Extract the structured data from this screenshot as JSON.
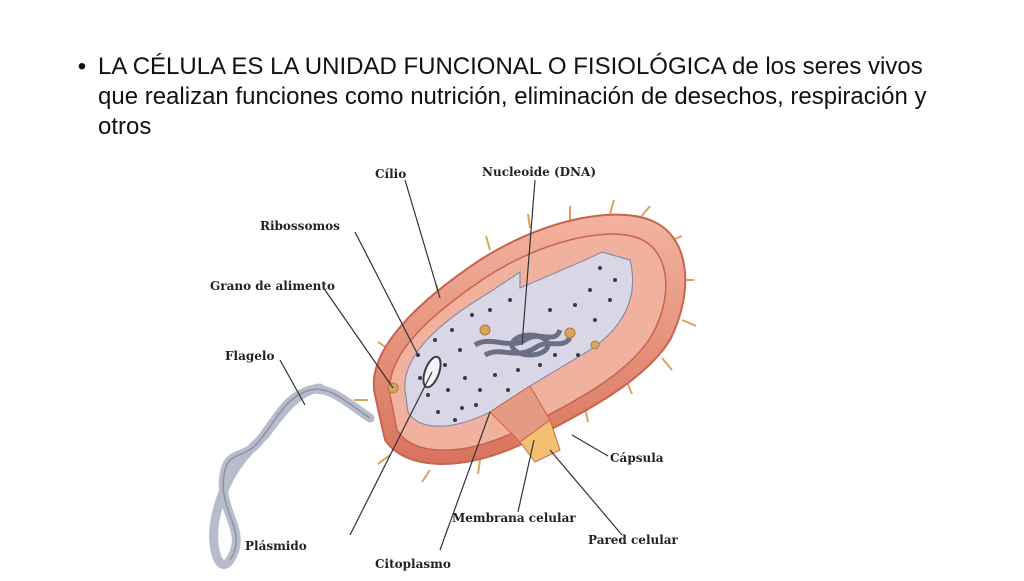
{
  "slide": {
    "bullet_text": "LA CÉLULA ES LA UNIDAD FUNCIONAL O FISIOLÓGICA de los seres vivos que realizan funciones como nutrición, eliminación de desechos, respiración y otros"
  },
  "diagram": {
    "labels": {
      "cilio": "Cílio",
      "nucleoide": "Nucleoide (DNA)",
      "ribossomos": "Ribossomos",
      "grano": "Grano de alimento",
      "flagelo": "Flagelo",
      "capsula": "Cápsula",
      "membrana": "Membrana celular",
      "pared": "Pared celular",
      "plasmido": "Plásmido",
      "citoplasmo": "Citoplasmo"
    },
    "colors": {
      "capsule": "#e8957f",
      "capsule_dark": "#c8644e",
      "cytoplasm": "#d9d6e6",
      "dna": "#6a6f86",
      "ribosome": "#3a3a48",
      "food_granule": "#d9a35f",
      "flagellum": "#b7bccb"
    }
  }
}
